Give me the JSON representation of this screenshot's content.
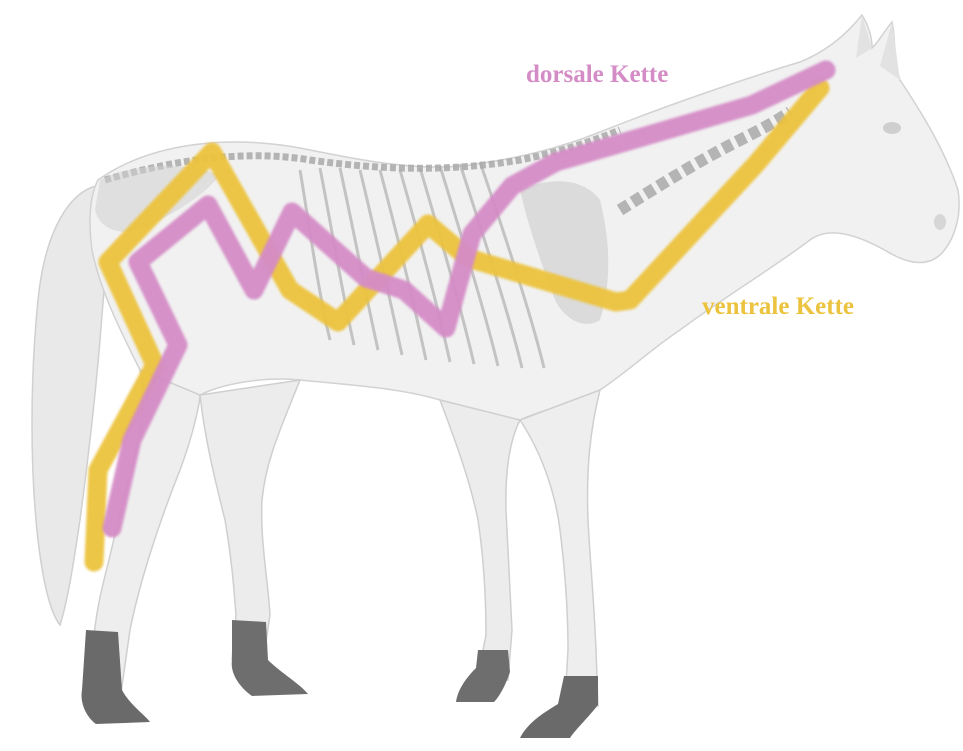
{
  "labels": {
    "dorsal": "dorsale Kette",
    "ventral": "ventrale Kette"
  },
  "colors": {
    "dorsal": "#d48cc6",
    "ventral": "#ecc33e",
    "horse_body": "#f1f1f1",
    "horse_shade": "#d9d9d9",
    "skeleton": "#b8b8b8",
    "hooves": "#6a6a6a"
  },
  "icons": {
    "figure": "horse-skeleton-illustration"
  }
}
